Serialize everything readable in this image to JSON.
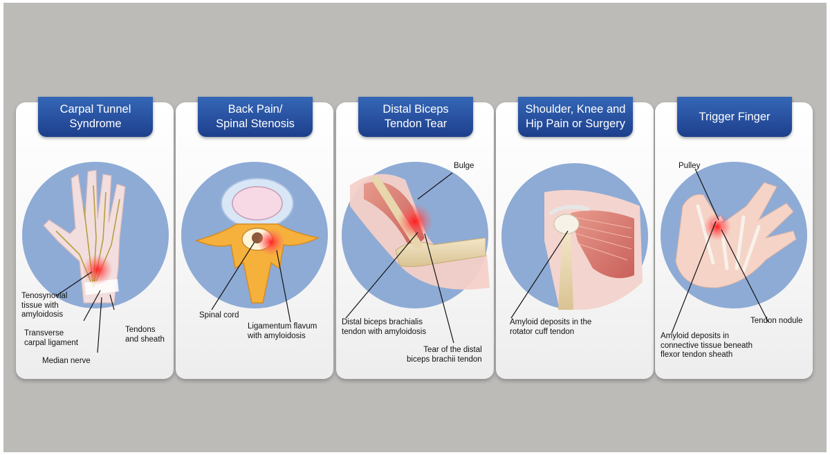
{
  "panels": [
    {
      "title": "Carpal Tunnel\nSyndrome",
      "illustration": "hand-wrist-icon",
      "labels": {
        "tenosynovial": "Tenosynovial\ntissue with\namyloidosis",
        "ligament": "Transverse\ncarpal ligament",
        "tendons": "Tendons\nand sheath",
        "nerve": "Median nerve"
      }
    },
    {
      "title": "Back Pain/\nSpinal Stenosis",
      "illustration": "vertebra-icon",
      "labels": {
        "cord": "Spinal cord",
        "flavum": "Ligamentum flavum\nwith amyloidosis"
      }
    },
    {
      "title": "Distal Biceps\nTendon Tear",
      "illustration": "elbow-icon",
      "labels": {
        "bulge": "Bulge",
        "tendon": "Distal biceps brachialis\ntendon with amyloidosis",
        "tear": "Tear of the distal\nbiceps brachii tendon"
      }
    },
    {
      "title": "Shoulder, Knee and\nHip Pain or Surgery",
      "illustration": "shoulder-icon",
      "labels": {
        "amyloid": "Amyloid deposits in the\nrotator cuff tendon"
      }
    },
    {
      "title": "Trigger Finger",
      "illustration": "finger-icon",
      "labels": {
        "pulley": "Pulley",
        "nodule": "Tendon nodule",
        "amyloid": "Amyloid deposits in\nconnective tissue beneath\nflexor tendon sheath"
      }
    }
  ],
  "colors": {
    "tab": "#1d3f8c",
    "circle": "#8eabd5",
    "background": "#bcbbb8",
    "inflammation": "#ff2a2a"
  }
}
